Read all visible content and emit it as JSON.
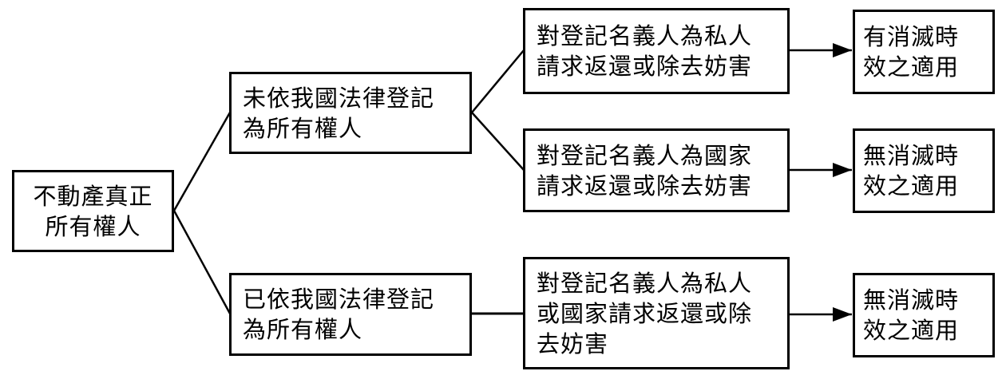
{
  "diagram": {
    "type": "flowchart",
    "language": "zh-TW",
    "colors": {
      "background": "#ffffff",
      "box_fill": "#ffffff",
      "box_border": "#000000",
      "text": "#000000",
      "line": "#000000"
    },
    "nodes": {
      "root": {
        "lines": [
          "不動產真正",
          "所有權人"
        ]
      },
      "branch_unregistered": {
        "lines": [
          "未依我國法律登記",
          "為所有權人"
        ]
      },
      "branch_registered": {
        "lines": [
          "已依我國法律登記",
          "為所有權人"
        ]
      },
      "case_private": {
        "lines": [
          "對登記名義人為私人",
          "請求返還或除去妨害"
        ]
      },
      "case_state": {
        "lines": [
          "對登記名義人為國家",
          "請求返還或除去妨害"
        ]
      },
      "case_private_or_state": {
        "lines": [
          "對登記名義人為私人",
          "或國家請求返還或除",
          "去妨害"
        ]
      },
      "result_prescription_applies": {
        "lines": [
          "有消滅時",
          "效之適用"
        ]
      },
      "result_no_prescription_1": {
        "lines": [
          "無消滅時",
          "效之適用"
        ]
      },
      "result_no_prescription_2": {
        "lines": [
          "無消滅時",
          "效之適用"
        ]
      }
    },
    "edges": [
      {
        "from": "root",
        "to": "branch_unregistered",
        "arrow": false
      },
      {
        "from": "root",
        "to": "branch_registered",
        "arrow": false
      },
      {
        "from": "branch_unregistered",
        "to": "case_private",
        "arrow": false
      },
      {
        "from": "branch_unregistered",
        "to": "case_state",
        "arrow": false
      },
      {
        "from": "branch_registered",
        "to": "case_private_or_state",
        "arrow": false
      },
      {
        "from": "case_private",
        "to": "result_prescription_applies",
        "arrow": true
      },
      {
        "from": "case_state",
        "to": "result_no_prescription_1",
        "arrow": true
      },
      {
        "from": "case_private_or_state",
        "to": "result_no_prescription_2",
        "arrow": true
      }
    ]
  }
}
